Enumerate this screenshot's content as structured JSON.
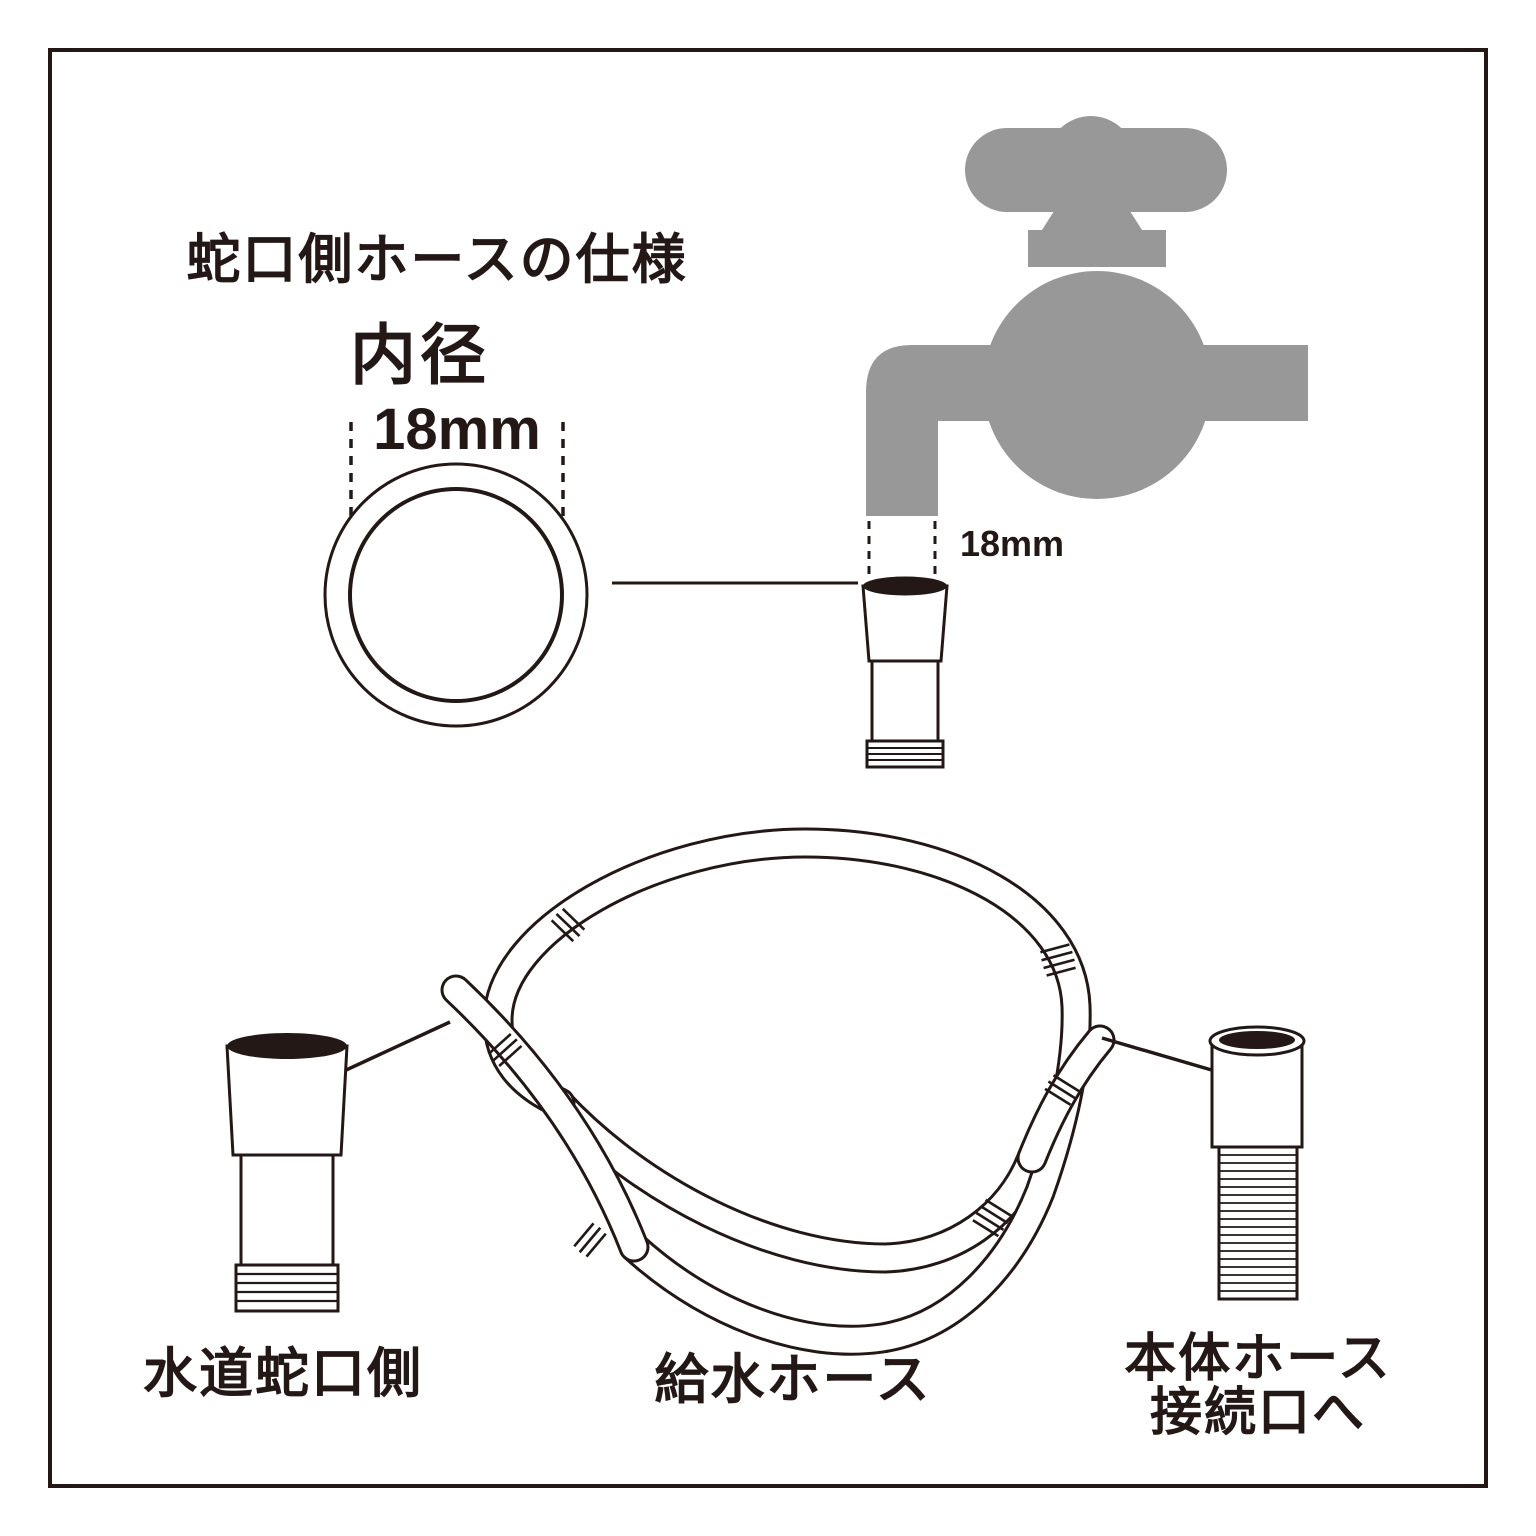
{
  "diagram": {
    "title": "蛇口側ホースの仕様",
    "spec": {
      "label": "内径",
      "value": "18mm"
    },
    "faucet": {
      "dimension": "18mm",
      "icon": "faucet-silhouette"
    },
    "cross_section": {
      "shape": "double-circle",
      "inner_diameter_mm": 18
    },
    "labels": {
      "left_connector": "水道蛇口側",
      "hose": "給水ホース",
      "right_connector_line1": "本体ホース",
      "right_connector_line2": "接続口へ"
    },
    "colors": {
      "ink": "#231815",
      "faucet_gray": "#989898",
      "background": "#ffffff"
    }
  }
}
